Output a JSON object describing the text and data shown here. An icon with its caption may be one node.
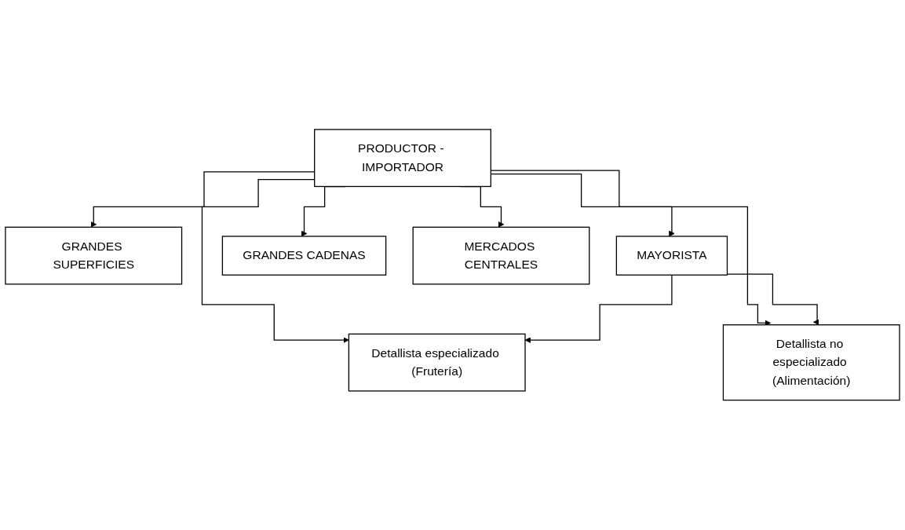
{
  "diagram": {
    "nodes": [
      {
        "text": [
          "PRODUCTOR - IMPORTADOR"
        ]
      },
      {
        "text": [
          "GRANDES SUPERFICIES"
        ]
      },
      {
        "text": [
          "MAYORISTA"
        ]
      },
      {
        "text": [
          "GRANDES CADENAS"
        ]
      },
      {
        "text": [
          "MERCADOS CENTRALES"
        ]
      },
      {
        "text": [
          "Detallista especializado (Frutería)"
        ]
      },
      {
        "text": [
          "Detallista no especializado (Alimentación)"
        ]
      }
    ],
    "edges": [
      {
        "from": 0,
        "to": 3,
        "arrow": "to"
      },
      {
        "from": 0,
        "to": 1,
        "arrow": "to"
      },
      {
        "from": 0,
        "to": 2,
        "arrow": "to"
      },
      {
        "from": 0,
        "to": 4,
        "arrow": "to"
      },
      {
        "from": 0,
        "to": 5,
        "arrow": "to"
      },
      {
        "from": 0,
        "to": 6,
        "arrow": "to"
      },
      {
        "from": 2,
        "to": 5,
        "arrow": "to"
      },
      {
        "from": 2,
        "to": 6,
        "arrow": "to"
      }
    ]
  }
}
